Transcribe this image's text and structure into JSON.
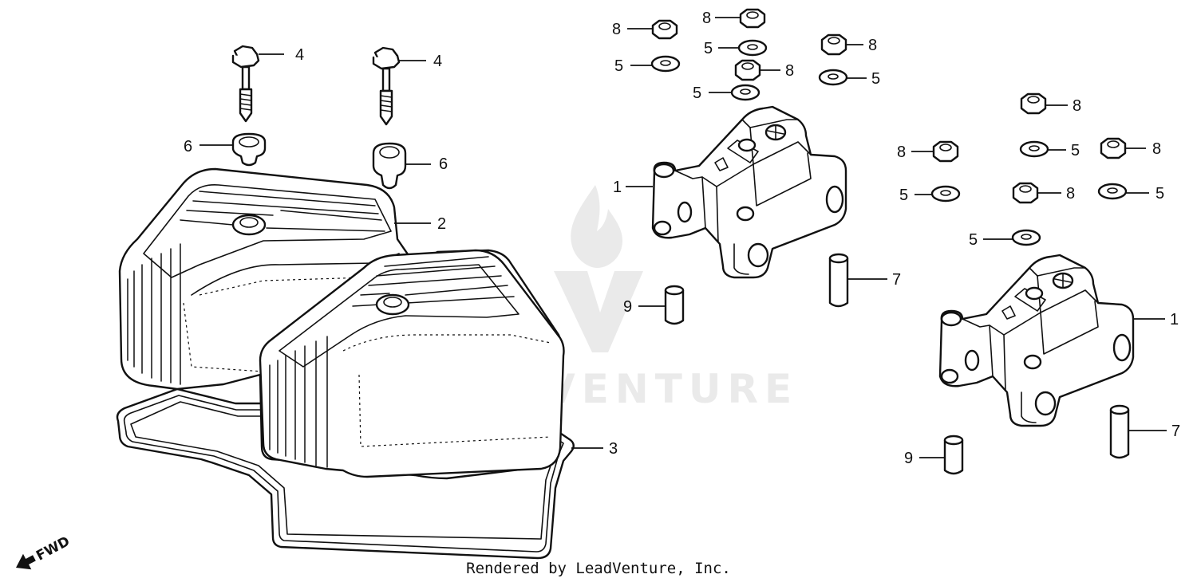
{
  "watermark": {
    "text": "LEADVENTURE",
    "color": "#d9d9d9"
  },
  "direction_indicator": {
    "text": "FWD"
  },
  "footer": {
    "credit": "Rendered by LeadVenture, Inc."
  },
  "callouts": {
    "c1a": "1",
    "c1b": "1",
    "c2": "2",
    "c3": "3",
    "c4a": "4",
    "c4b": "4",
    "c5a": "5",
    "c5b": "5",
    "c5c": "5",
    "c5d": "5",
    "c5e": "5",
    "c5f": "5",
    "c5g": "5",
    "c5h": "5",
    "c6a": "6",
    "c6b": "6",
    "c7a": "7",
    "c7b": "7",
    "c8a": "8",
    "c8b": "8",
    "c8c": "8",
    "c8d": "8",
    "c8e": "8",
    "c8f": "8",
    "c8g": "8",
    "c9a": "9",
    "c9b": "9"
  },
  "colors": {
    "line": "#111111",
    "background": "#ffffff"
  }
}
